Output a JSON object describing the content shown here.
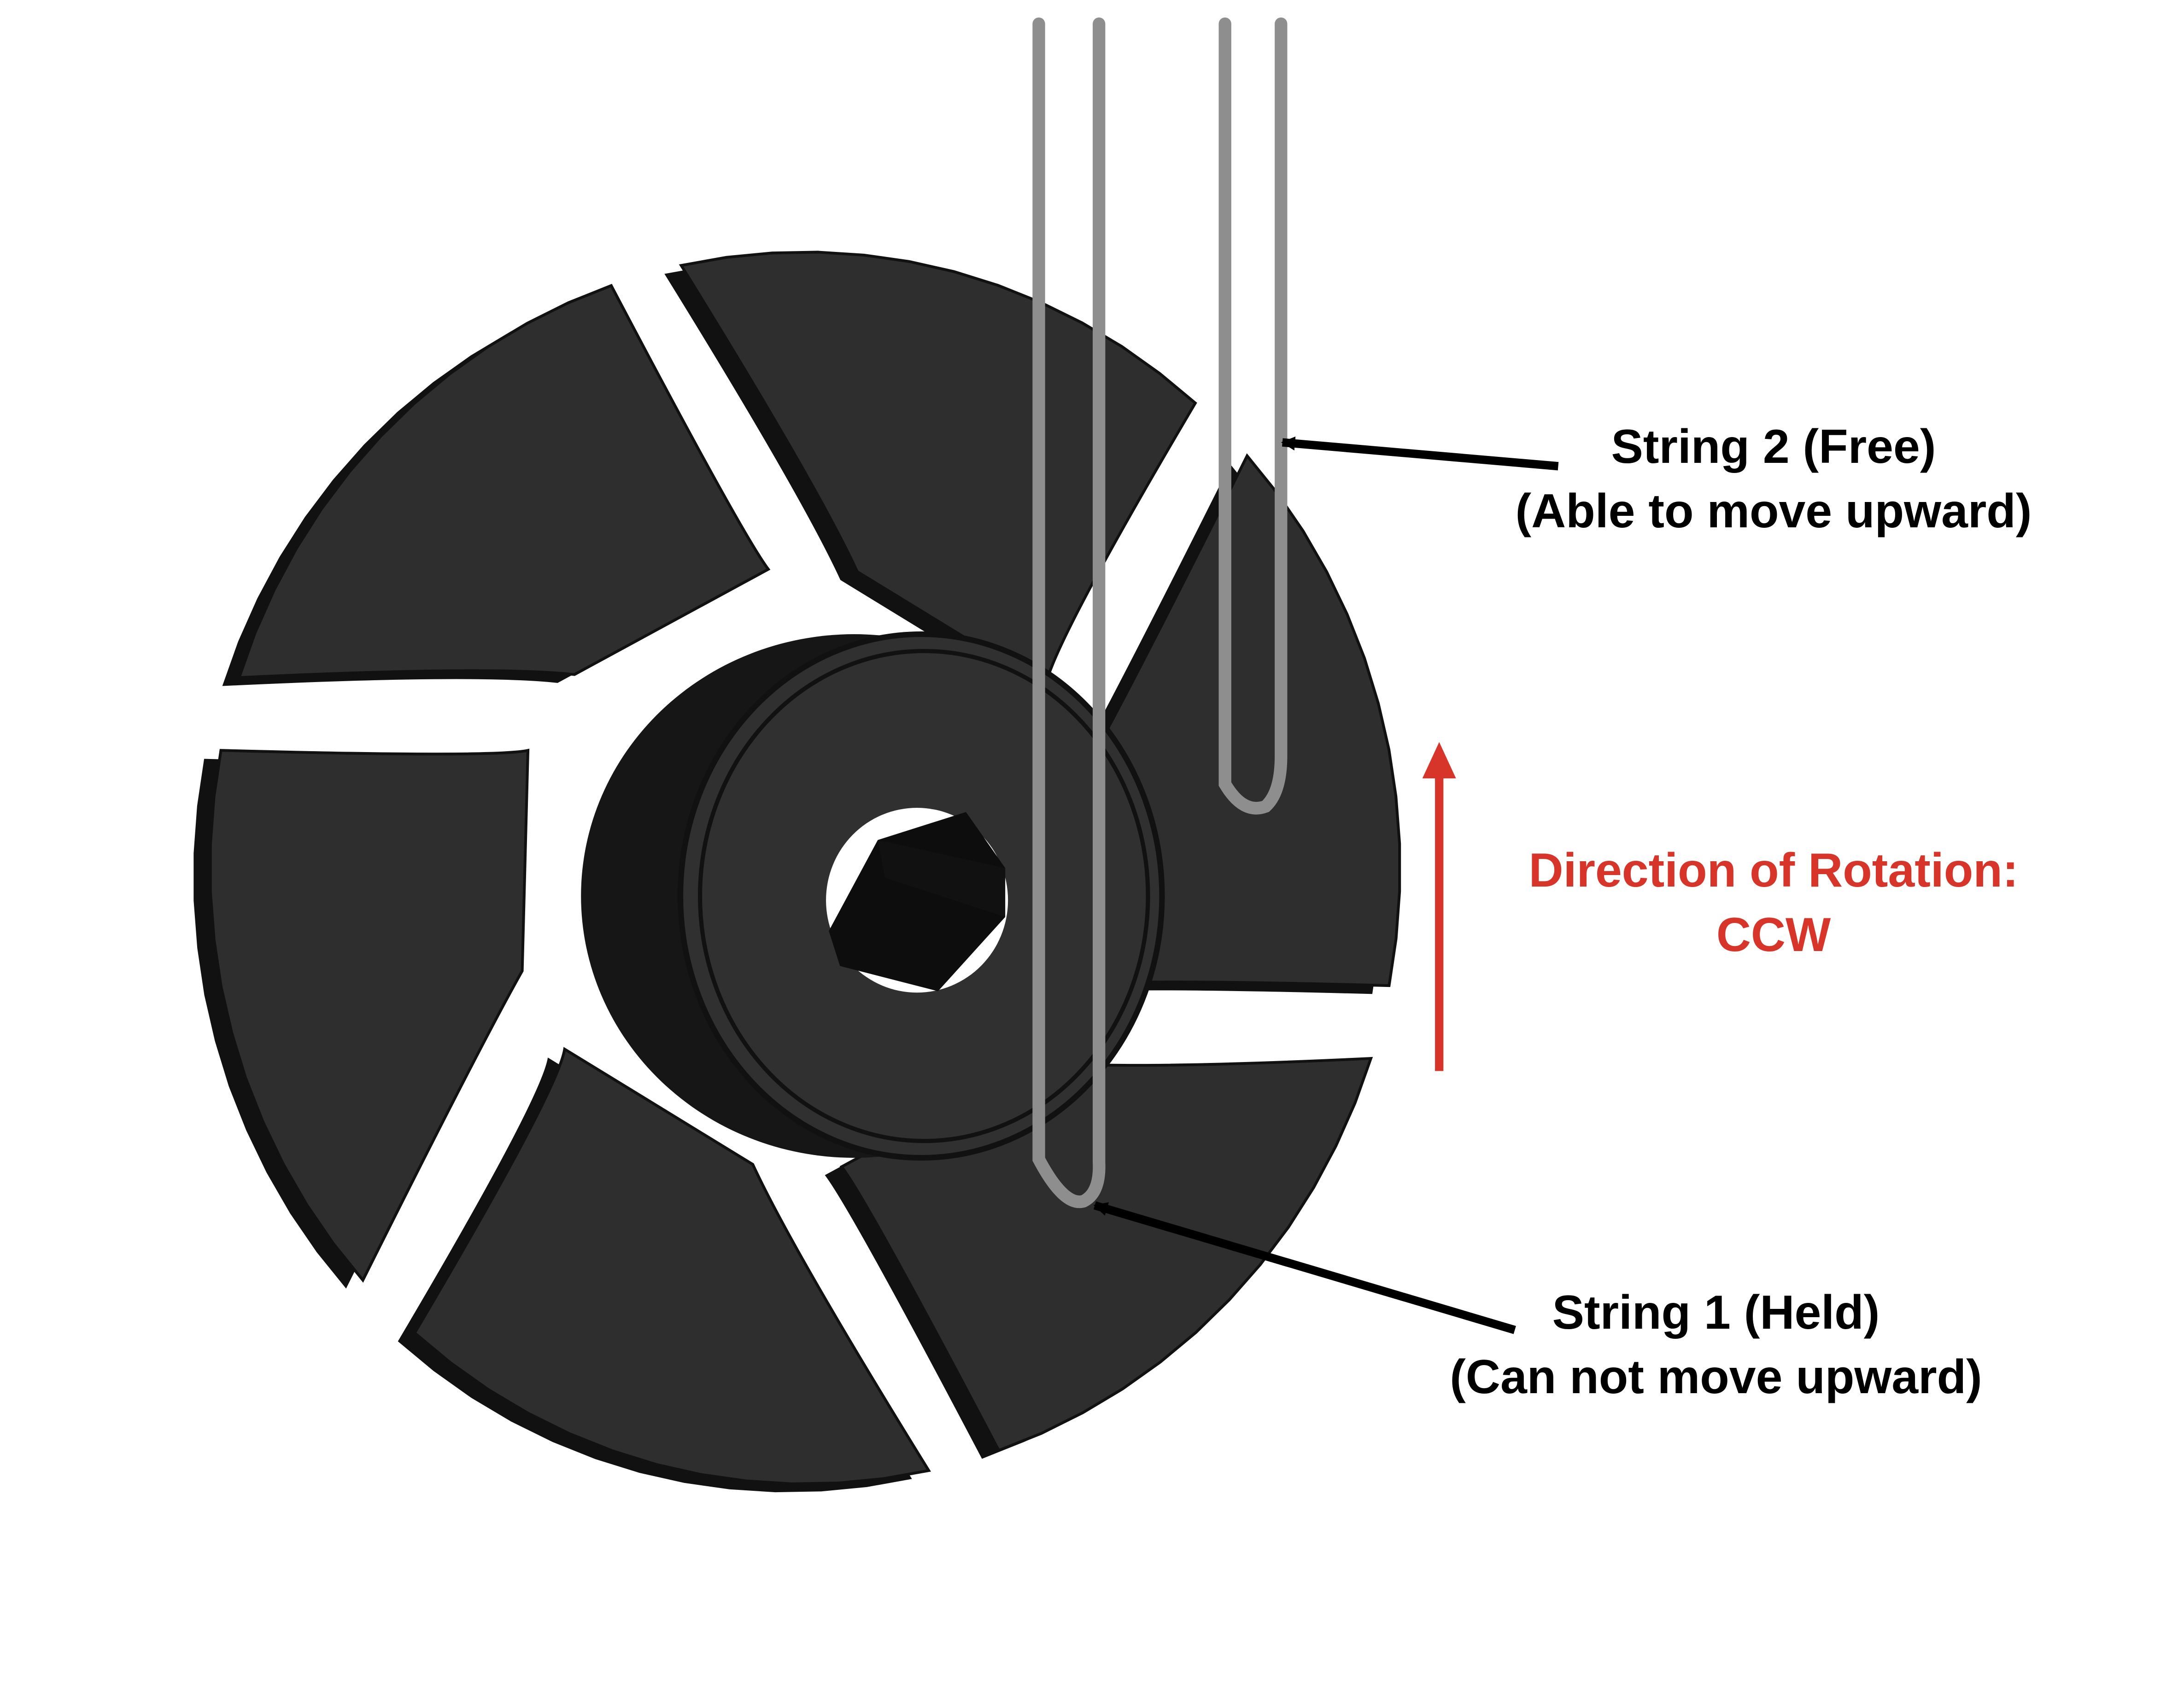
{
  "diagram": {
    "colors": {
      "background": "#ffffff",
      "blade_face": "#2e2e2e",
      "blade_edge": "#111111",
      "hub_outer": "#161616",
      "hub_face": "#303030",
      "bore": "#0d0d0d",
      "string": "#8e8e8e",
      "arrow": "#000000",
      "rotation": "#d8352a"
    },
    "blade_count": 6,
    "labels": {
      "string2": {
        "line1": "String 2 (Free)",
        "line2": "(Able to move upward)"
      },
      "string1": {
        "line1": "String 1 (Held)",
        "line2": "(Can not move upward)"
      },
      "rotation": {
        "line1": "Direction of Rotation:",
        "line2": "CCW"
      }
    },
    "icons": {
      "fan": "impeller-fan-icon",
      "hub": "hub-icon",
      "bore": "hex-bore-icon",
      "string": "string-loop-icon",
      "pointer": "arrow-icon",
      "rotation": "up-arrow-icon"
    }
  }
}
